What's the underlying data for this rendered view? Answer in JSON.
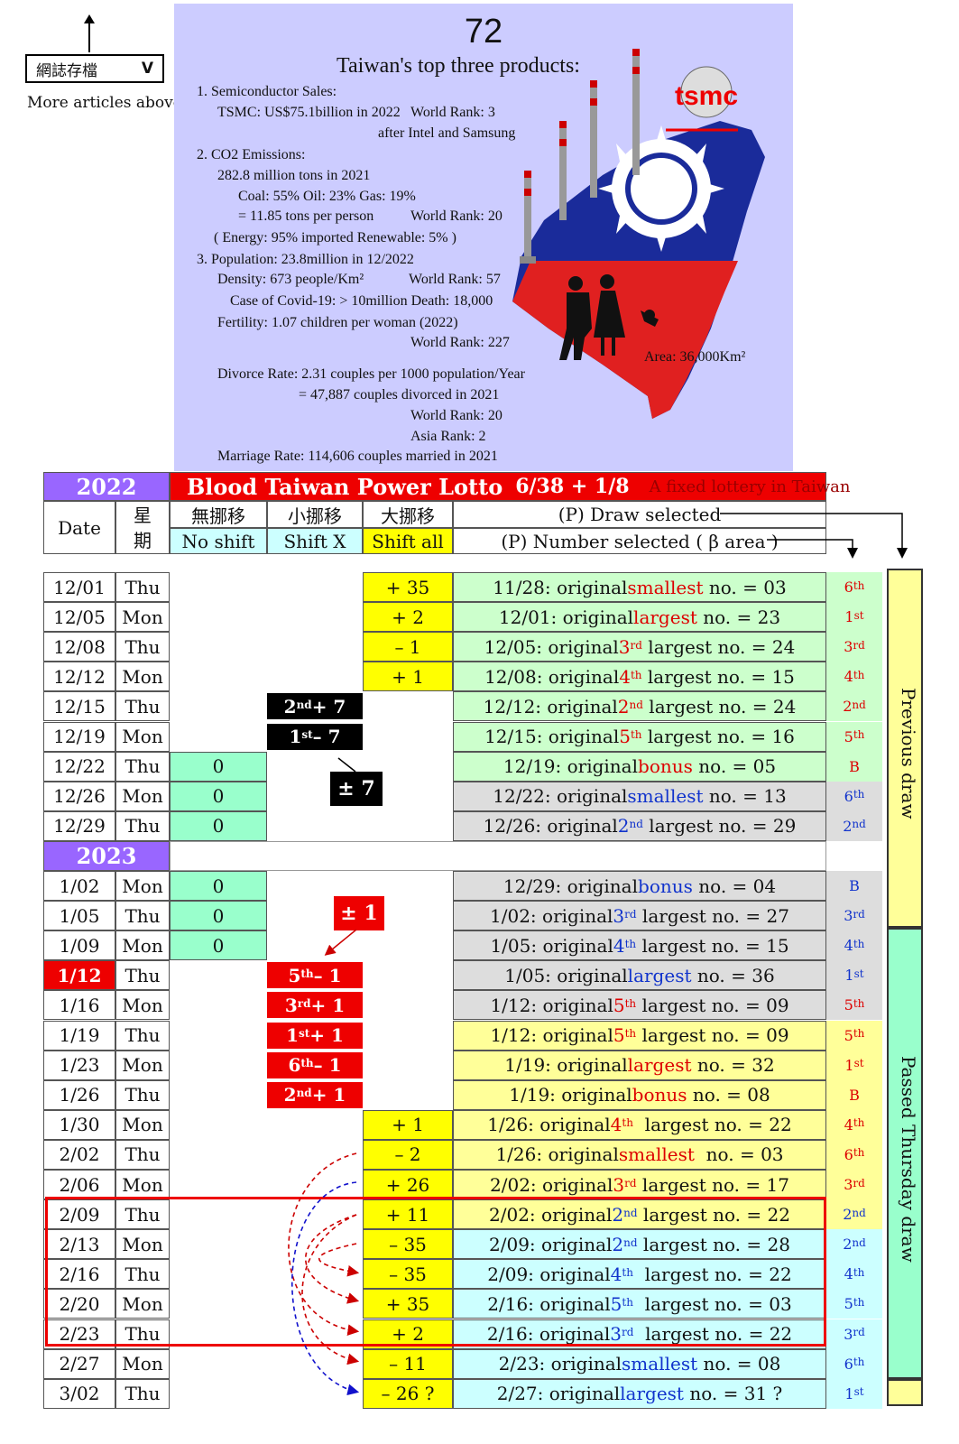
{
  "nav": {
    "archive_label": "網誌存檔",
    "archive_caret": "V",
    "more_articles": "More articles above"
  },
  "infographic": {
    "number": "72",
    "title": "Taiwan's top three products:",
    "lines": [
      "1. Semiconductor Sales:",
      "TSMC: US$75.1billion  in 2022",
      "World Rank:  3",
      "after Intel and Samsung",
      "2. CO2 Emissions:",
      "282.8 million tons in 2021",
      "Coal: 55%     Oil:  23%     Gas:  19%",
      "= 11.85 tons per person",
      "World Rank: 20",
      "( Energy: 95% imported     Renewable: 5% )",
      "3. Population: 23.8million in 12/2022",
      "Density: 673 people/Km²",
      "World Rank: 57",
      "Case of Covid-19:  > 10million    Death: 18,000",
      "Fertility: 1.07 children per woman (2022)",
      "World Rank: 227",
      "Divorce Rate: 2.31 couples per 1000 population/Year",
      "= 47,887 couples divorced in 2021",
      "World Rank: 20",
      "Asia Rank:  2",
      "Marriage Rate: 114,606 couples married in 2021"
    ],
    "area": "Area: 36,000Km²",
    "logo": "tsmc"
  },
  "table": {
    "year1": "2022",
    "year2": "2023",
    "title": "Blood Taiwan Power Lotto",
    "formula": "6/38 + 1/8",
    "subtitle": "A fixed lottery in Taiwan",
    "col_date": "Date",
    "col_week_1": "星",
    "col_week_2": "期",
    "col_noshift_cn": "無挪移",
    "col_noshift": "No shift",
    "col_shiftx_cn": "小挪移",
    "col_shiftx": "Shift X",
    "col_shiftall_cn": "大挪移",
    "col_shiftall": "Shift all",
    "col_draw": "(P) Draw selected",
    "col_number": "(P) Number selected ( β area )",
    "side_prev": "Previous draw",
    "side_thu": "Passed Thursday draw",
    "label_pm7": "± 7",
    "label_pm1": "± 1",
    "rows": [
      {
        "date": "12/01",
        "day": "Thu",
        "shift": "+ 35",
        "pre": "11/28: original ",
        "kw": "smallest",
        "sup": "",
        "post": " no. = 03",
        "rank": "6",
        "rsup": "th"
      },
      {
        "date": "12/05",
        "day": "Mon",
        "shift": "+ 2",
        "pre": "12/01: original ",
        "kw": "largest",
        "sup": "",
        "post": " no. = 23",
        "rank": "1",
        "rsup": "st"
      },
      {
        "date": "12/08",
        "day": "Thu",
        "shift": "– 1",
        "pre": "12/05: original ",
        "kw": "3",
        "sup": "rd",
        "post": " largest no. = 24",
        "rank": "3",
        "rsup": "rd"
      },
      {
        "date": "12/12",
        "day": "Mon",
        "shift": "+ 1",
        "pre": "12/08: original ",
        "kw": "4",
        "sup": "th",
        "post": " largest no. = 15",
        "rank": "4",
        "rsup": "th"
      },
      {
        "date": "12/15",
        "day": "Thu",
        "x": "2",
        "xsup": "nd",
        "xpost": " + 7",
        "pre": "12/12: original ",
        "kw": "2",
        "sup": "nd",
        "post": " largest no. = 24",
        "rank": "2",
        "rsup": "nd"
      },
      {
        "date": "12/19",
        "day": "Mon",
        "x": "1",
        "xsup": "st",
        "xpost": " – 7",
        "pre": "12/15: original ",
        "kw": "5",
        "sup": "th",
        "post": " largest no. = 16",
        "rank": "5",
        "rsup": "th"
      },
      {
        "date": "12/22",
        "day": "Thu",
        "noshift": "0",
        "pre": "12/19: original ",
        "kw": "bonus",
        "sup": "",
        "post": " no. = 05",
        "rank": "B",
        "rsup": ""
      },
      {
        "date": "12/26",
        "day": "Mon",
        "noshift": "0",
        "pre": "12/22: original ",
        "kw": "smallest",
        "sup": "",
        "post": " no. = 13",
        "rank": "6",
        "rsup": "th"
      },
      {
        "date": "12/29",
        "day": "Thu",
        "noshift": "0",
        "pre": "12/26: original ",
        "kw": "2",
        "sup": "nd",
        "post": " largest no. = 29",
        "rank": "2",
        "rsup": "nd"
      },
      {
        "date": "1/02",
        "day": "Mon",
        "noshift": "0",
        "pre": "12/29: original ",
        "kw": "bonus",
        "sup": "",
        "post": " no. = 04",
        "rank": "B",
        "rsup": ""
      },
      {
        "date": "1/05",
        "day": "Thu",
        "noshift": "0",
        "pre": "1/02: original ",
        "kw": "3",
        "sup": "rd",
        "post": " largest no. = 27",
        "rank": "3",
        "rsup": "rd"
      },
      {
        "date": "1/09",
        "day": "Mon",
        "noshift": "0",
        "pre": "1/05: original ",
        "kw": "4",
        "sup": "th",
        "post": " largest no. = 15",
        "rank": "4",
        "rsup": "th"
      },
      {
        "date": "1/12",
        "day": "Thu",
        "x": "5",
        "xsup": "th",
        "xpost": " – 1",
        "pre": "1/05: original ",
        "kw": "largest",
        "sup": "",
        "post": " no. = 36",
        "rank": "1",
        "rsup": "st"
      },
      {
        "date": "1/16",
        "day": "Mon",
        "x": "3",
        "xsup": "rd",
        "xpost": " + 1",
        "pre": "1/12: original ",
        "kw": "5",
        "sup": "th",
        "post": " largest no. = 09",
        "rank": "5",
        "rsup": "th"
      },
      {
        "date": "1/19",
        "day": "Thu",
        "x": "1",
        "xsup": "st",
        "xpost": " + 1",
        "pre": "1/12: original ",
        "kw": "5",
        "sup": "th",
        "post": " largest no. = 09",
        "rank": "5",
        "rsup": "th"
      },
      {
        "date": "1/23",
        "day": "Mon",
        "x": "6",
        "xsup": "th",
        "xpost": " – 1",
        "pre": "1/19: original ",
        "kw": "largest",
        "sup": "",
        "post": " no. = 32",
        "rank": "1",
        "rsup": "st"
      },
      {
        "date": "1/26",
        "day": "Thu",
        "x": "2",
        "xsup": "nd",
        "xpost": " + 1",
        "pre": "1/19: original ",
        "kw": "bonus",
        "sup": "",
        "post": " no. = 08",
        "rank": "B",
        "rsup": ""
      },
      {
        "date": "1/30",
        "day": "Mon",
        "shift": "+ 1",
        "pre": "1/26: original ",
        "kw": "4",
        "sup": "th",
        "post": "  largest no. = 22",
        "rank": "4",
        "rsup": "th"
      },
      {
        "date": "2/02",
        "day": "Thu",
        "shift": "– 2",
        "pre": "1/26: original ",
        "kw": "smallest",
        "sup": "",
        "post": "  no. = 03",
        "rank": "6",
        "rsup": "th"
      },
      {
        "date": "2/06",
        "day": "Mon",
        "shift": "+ 26",
        "pre": "2/02: original ",
        "kw": "3",
        "sup": "rd",
        "post": " largest no. = 17",
        "rank": "3",
        "rsup": "rd"
      },
      {
        "date": "2/09",
        "day": "Thu",
        "shift": "+ 11",
        "pre": "2/02: original ",
        "kw": "2",
        "sup": "nd",
        "post": " largest no. = 22",
        "rank": "2",
        "rsup": "nd"
      },
      {
        "date": "2/13",
        "day": "Mon",
        "shift": "– 35",
        "pre": "2/09: original ",
        "kw": "2",
        "sup": "nd",
        "post": " largest no. = 28",
        "rank": "2",
        "rsup": "nd"
      },
      {
        "date": "2/16",
        "day": "Thu",
        "shift": "– 35",
        "pre": "2/09: original ",
        "kw": "4",
        "sup": "th",
        "post": "  largest no. = 22",
        "rank": "4",
        "rsup": "th"
      },
      {
        "date": "2/20",
        "day": "Mon",
        "shift": "+ 35",
        "pre": "2/16: original ",
        "kw": "5",
        "sup": "th",
        "post": "  largest no. = 03",
        "rank": "5",
        "rsup": "th"
      },
      {
        "date": "2/23",
        "day": "Thu",
        "shift": "+ 2",
        "pre": "2/16: original ",
        "kw": "3",
        "sup": "rd",
        "post": "  largest no. = 22",
        "rank": "3",
        "rsup": "rd"
      },
      {
        "date": "2/27",
        "day": "Mon",
        "shift": "– 11",
        "pre": "2/23: original ",
        "kw": "smallest",
        "sup": "",
        "post": " no. = 08",
        "rank": "6",
        "rsup": "th"
      },
      {
        "date": "3/02",
        "day": "Thu",
        "shift": "– 26 ?",
        "pre": "2/27: original ",
        "kw": "largest",
        "sup": "",
        "post": " no. = 31 ?",
        "rank": "1",
        "rsup": "st"
      }
    ]
  },
  "colors": {
    "purple": "#9966ff",
    "red": "#ee0000",
    "green": "#ccffcc",
    "teal": "#99ffcc",
    "yellow": "#ffff99",
    "gray": "#dddddd",
    "cyan": "#ccffff",
    "shiftyellow": "#ffff00",
    "infobg": "#ccccff"
  }
}
